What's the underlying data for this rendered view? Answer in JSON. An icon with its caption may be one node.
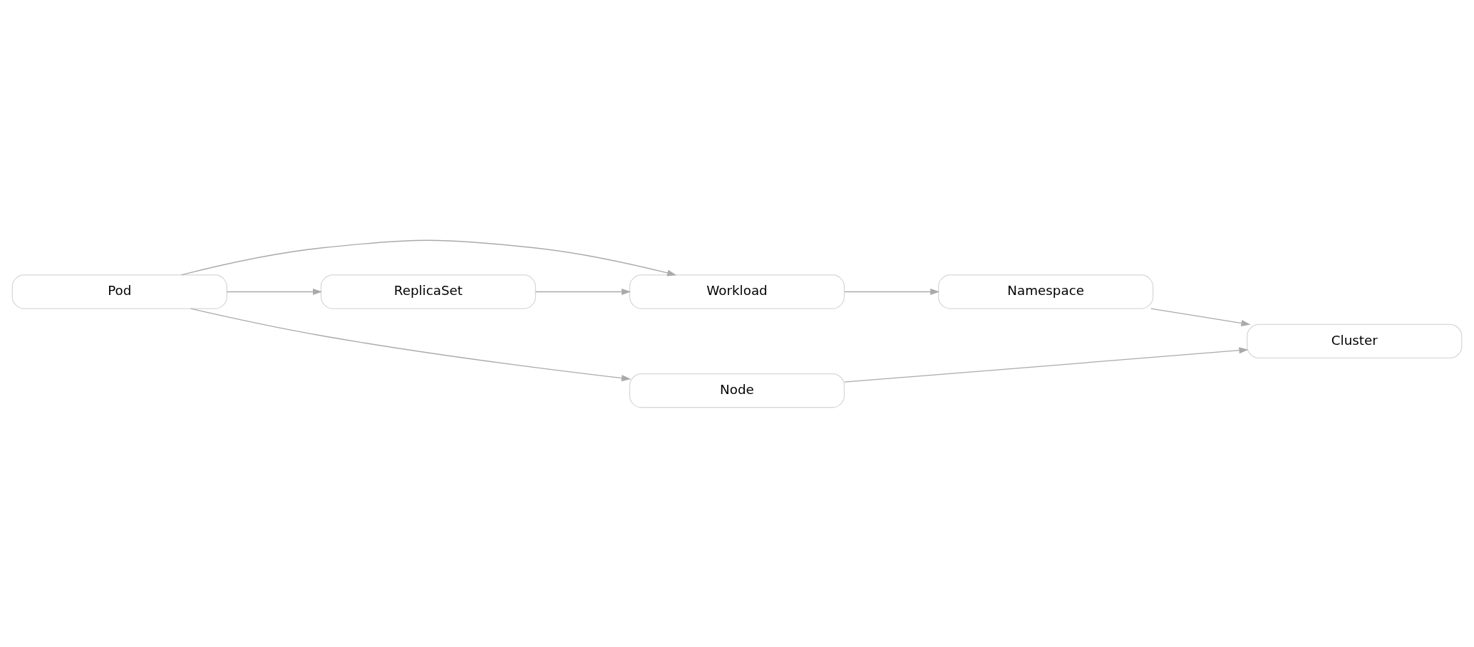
{
  "diagram": {
    "nodes": [
      {
        "text": [
          "Pod"
        ]
      },
      {
        "text": [
          "Workload"
        ]
      },
      {
        "text": [
          "ReplicaSet"
        ]
      },
      {
        "text": [
          "Namespace"
        ]
      },
      {
        "text": [
          "Node"
        ]
      },
      {
        "text": [
          "Cluster"
        ]
      }
    ],
    "edges": [
      {
        "from": 0,
        "to": 1,
        "arrow": "to"
      },
      {
        "from": 0,
        "to": 4,
        "arrow": "to"
      },
      {
        "from": 0,
        "to": 2,
        "arrow": "to"
      },
      {
        "from": 2,
        "to": 1,
        "arrow": "to"
      },
      {
        "from": 1,
        "to": 3,
        "arrow": "to"
      },
      {
        "from": 3,
        "to": 5,
        "arrow": "to"
      },
      {
        "from": 4,
        "to": 5,
        "arrow": "to"
      }
    ]
  }
}
